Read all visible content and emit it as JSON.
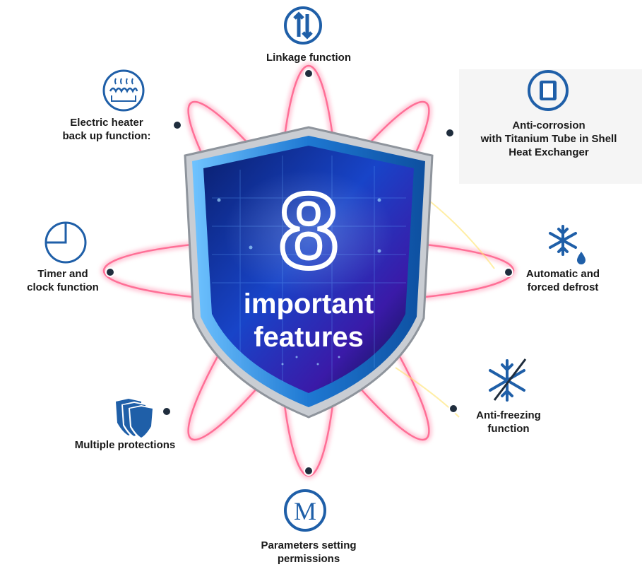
{
  "center": {
    "number": "8",
    "line1": "important",
    "line2": "features"
  },
  "features": [
    {
      "id": "linkage",
      "label": "Linkage function",
      "icon": "linkage-arrows-icon"
    },
    {
      "id": "anti-corrosion",
      "label": "Anti-corrosion\nwith Titanium Tube in Shell\nHeat Exchanger",
      "icon": "titanium-tube-icon"
    },
    {
      "id": "defrost",
      "label": "Automatic and\nforced defrost",
      "icon": "snowflake-droplet-icon"
    },
    {
      "id": "anti-freezing",
      "label": "Anti-freezing\nfunction",
      "icon": "crossed-snowflake-icon"
    },
    {
      "id": "parameters",
      "label": "Parameters setting\npermissions",
      "icon": "m-circle-icon"
    },
    {
      "id": "protections",
      "label": "Multiple protections",
      "icon": "stacked-shields-icon"
    },
    {
      "id": "timer",
      "label": "Timer and\nclock function",
      "icon": "clock-icon"
    },
    {
      "id": "electric-heater",
      "label": "Electric heater\nback up function:",
      "icon": "heater-coil-icon"
    }
  ],
  "colors": {
    "icon_blue": "#1f5fa8",
    "shield_blue": "#1e78d2",
    "orbit_pink": "#ff5a8a"
  }
}
